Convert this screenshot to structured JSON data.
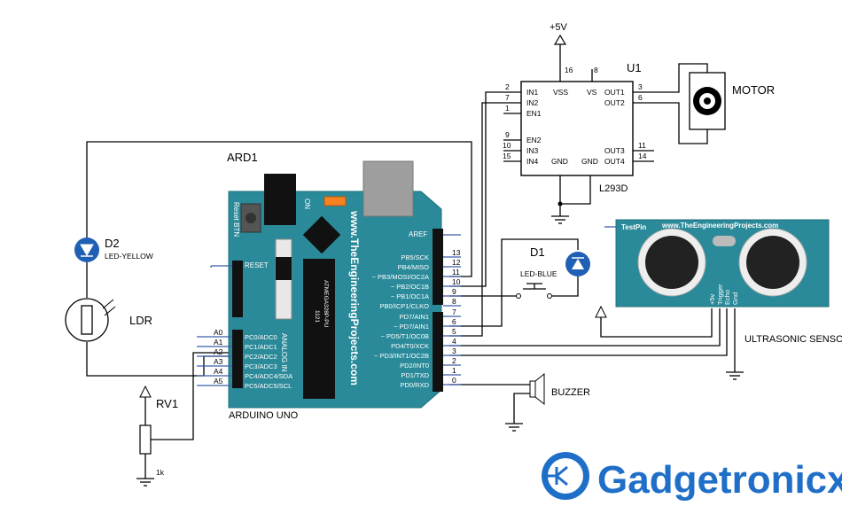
{
  "power": {
    "vcc": "+5V"
  },
  "driver": {
    "ref": "U1",
    "part": "L293D",
    "left_pins": [
      {
        "num": "2",
        "name": "IN1"
      },
      {
        "num": "7",
        "name": "IN2"
      },
      {
        "num": "1",
        "name": "EN1"
      },
      {
        "num": "9",
        "name": "EN2"
      },
      {
        "num": "10",
        "name": "IN3"
      },
      {
        "num": "15",
        "name": "IN4"
      }
    ],
    "top_pins": [
      {
        "num": "16",
        "name": "VSS"
      },
      {
        "num": "8",
        "name": "VS"
      }
    ],
    "right_pins": [
      {
        "num": "3",
        "name": "OUT1"
      },
      {
        "num": "6",
        "name": "OUT2"
      },
      {
        "num": "11",
        "name": "OUT3"
      },
      {
        "num": "14",
        "name": "OUT4"
      }
    ],
    "gnd_labels": [
      "GND",
      "GND"
    ]
  },
  "motor": {
    "label": "MOTOR"
  },
  "arduino": {
    "ref": "ARD1",
    "board_name": "ARDUINO UNO",
    "website": "www.TheEngineeringProjects.com",
    "reset_btn": "Reset BTN",
    "on_label": "ON",
    "analog_in": "ANALOG IN",
    "chip_text": "ATMEGA328P-PU",
    "chip_num": "1121",
    "reset": "RESET",
    "aref": "AREF",
    "analog_pins": [
      {
        "a": "A0",
        "name": "PC0/ADC0"
      },
      {
        "a": "A1",
        "name": "PC1/ADC1"
      },
      {
        "a": "A2",
        "name": "PC2/ADC2"
      },
      {
        "a": "A3",
        "name": "PC3/ADC3"
      },
      {
        "a": "A4",
        "name": "PC4/ADC4/SDA"
      },
      {
        "a": "A5",
        "name": "PC5/ADC5/SCL"
      }
    ],
    "digital_high": [
      {
        "num": "13",
        "name": "PB5/SCK"
      },
      {
        "num": "12",
        "name": "PB4/MISO"
      },
      {
        "num": "11",
        "name": "~ PB3/MOSI/OC2A"
      },
      {
        "num": "10",
        "name": "~ PB2/OC1B"
      },
      {
        "num": "9",
        "name": "~ PB1/OC1A"
      },
      {
        "num": "8",
        "name": "PB0/ICP1/CLKO"
      }
    ],
    "digital_low": [
      {
        "num": "7",
        "name": "PD7/AIN1"
      },
      {
        "num": "6",
        "name": "~ PD7/AIN1"
      },
      {
        "num": "5",
        "name": "~ PD5/T1/OC0B"
      },
      {
        "num": "4",
        "name": "PD4/T0/XCK"
      },
      {
        "num": "3",
        "name": "~ PD3/INT1/OC2B"
      },
      {
        "num": "2",
        "name": "PD2/INT0"
      },
      {
        "num": "1",
        "name": "PD1/TXD"
      },
      {
        "num": "0",
        "name": "PD0/RXD"
      }
    ]
  },
  "d2": {
    "ref": "D2",
    "part": "LED-YELLOW"
  },
  "ldr": {
    "label": "LDR"
  },
  "rv1": {
    "ref": "RV1",
    "value": "1k"
  },
  "d1": {
    "ref": "D1",
    "part": "LED-BLUE"
  },
  "buzzer": {
    "label": "BUZZER"
  },
  "ultrasonic": {
    "label": "ULTRASONIC SENSOR",
    "testpin": "TestPin",
    "website": "www.TheEngineeringProjects.com",
    "pins": [
      "+5v",
      "Trigger",
      "Echo",
      "Gnd"
    ]
  },
  "brand": {
    "name": "Gadgetronicx"
  },
  "colors": {
    "board": "#2a8a99",
    "board_dark": "#1d6f7d",
    "wire": "#000000",
    "led_blue": "#1f5fb4",
    "brand_blue": "#1f6fc8"
  }
}
